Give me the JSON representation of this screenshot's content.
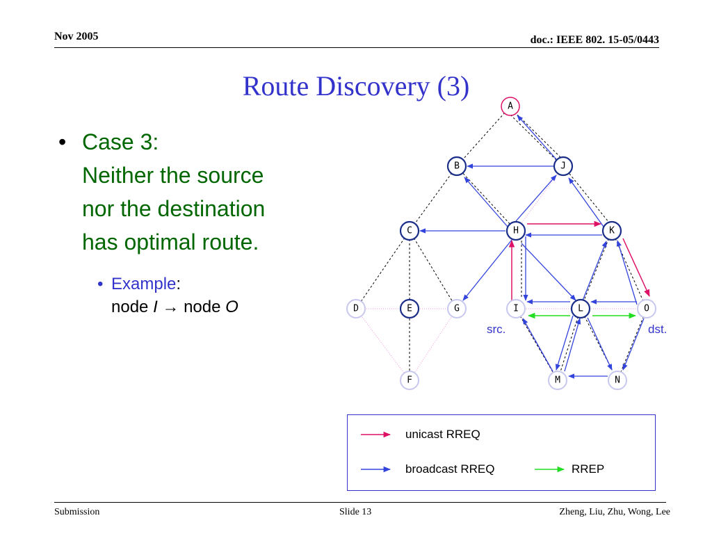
{
  "header": {
    "date": "Nov 2005",
    "doc": "doc.: IEEE 802. 15-05/0443"
  },
  "title": "Route Discovery (3)",
  "bullet": {
    "line1": "Case 3:",
    "line2": "Neither the source",
    "line3": "nor the destination",
    "line4": "has optimal route.",
    "sub_label": "Example",
    "sub_colon": ":",
    "sub_node1": "node ",
    "sub_node1_id": "I",
    "sub_node2": "node ",
    "sub_node2_id": "O"
  },
  "nodes": {
    "A": "A",
    "B": "B",
    "J": "J",
    "C": "C",
    "H": "H",
    "K": "K",
    "D": "D",
    "E": "E",
    "G": "G",
    "I": "I",
    "L": "L",
    "O": "O",
    "F": "F",
    "M": "M",
    "N": "N"
  },
  "labels": {
    "src": "src.",
    "dst": "dst."
  },
  "colors": {
    "unicast": "#dd1166",
    "broadcast": "#3344dd",
    "rrep": "#22dd22",
    "link": "#ee99dd",
    "text_green": "#006600",
    "title_blue": "#3333cc"
  },
  "legend": {
    "unicast": "unicast RREQ",
    "broadcast": "broadcast RREQ",
    "rrep": "RREP"
  },
  "footer": {
    "left": "Submission",
    "center": "Slide 13",
    "right": "Zheng, Liu, Zhu, Wong, Lee"
  }
}
